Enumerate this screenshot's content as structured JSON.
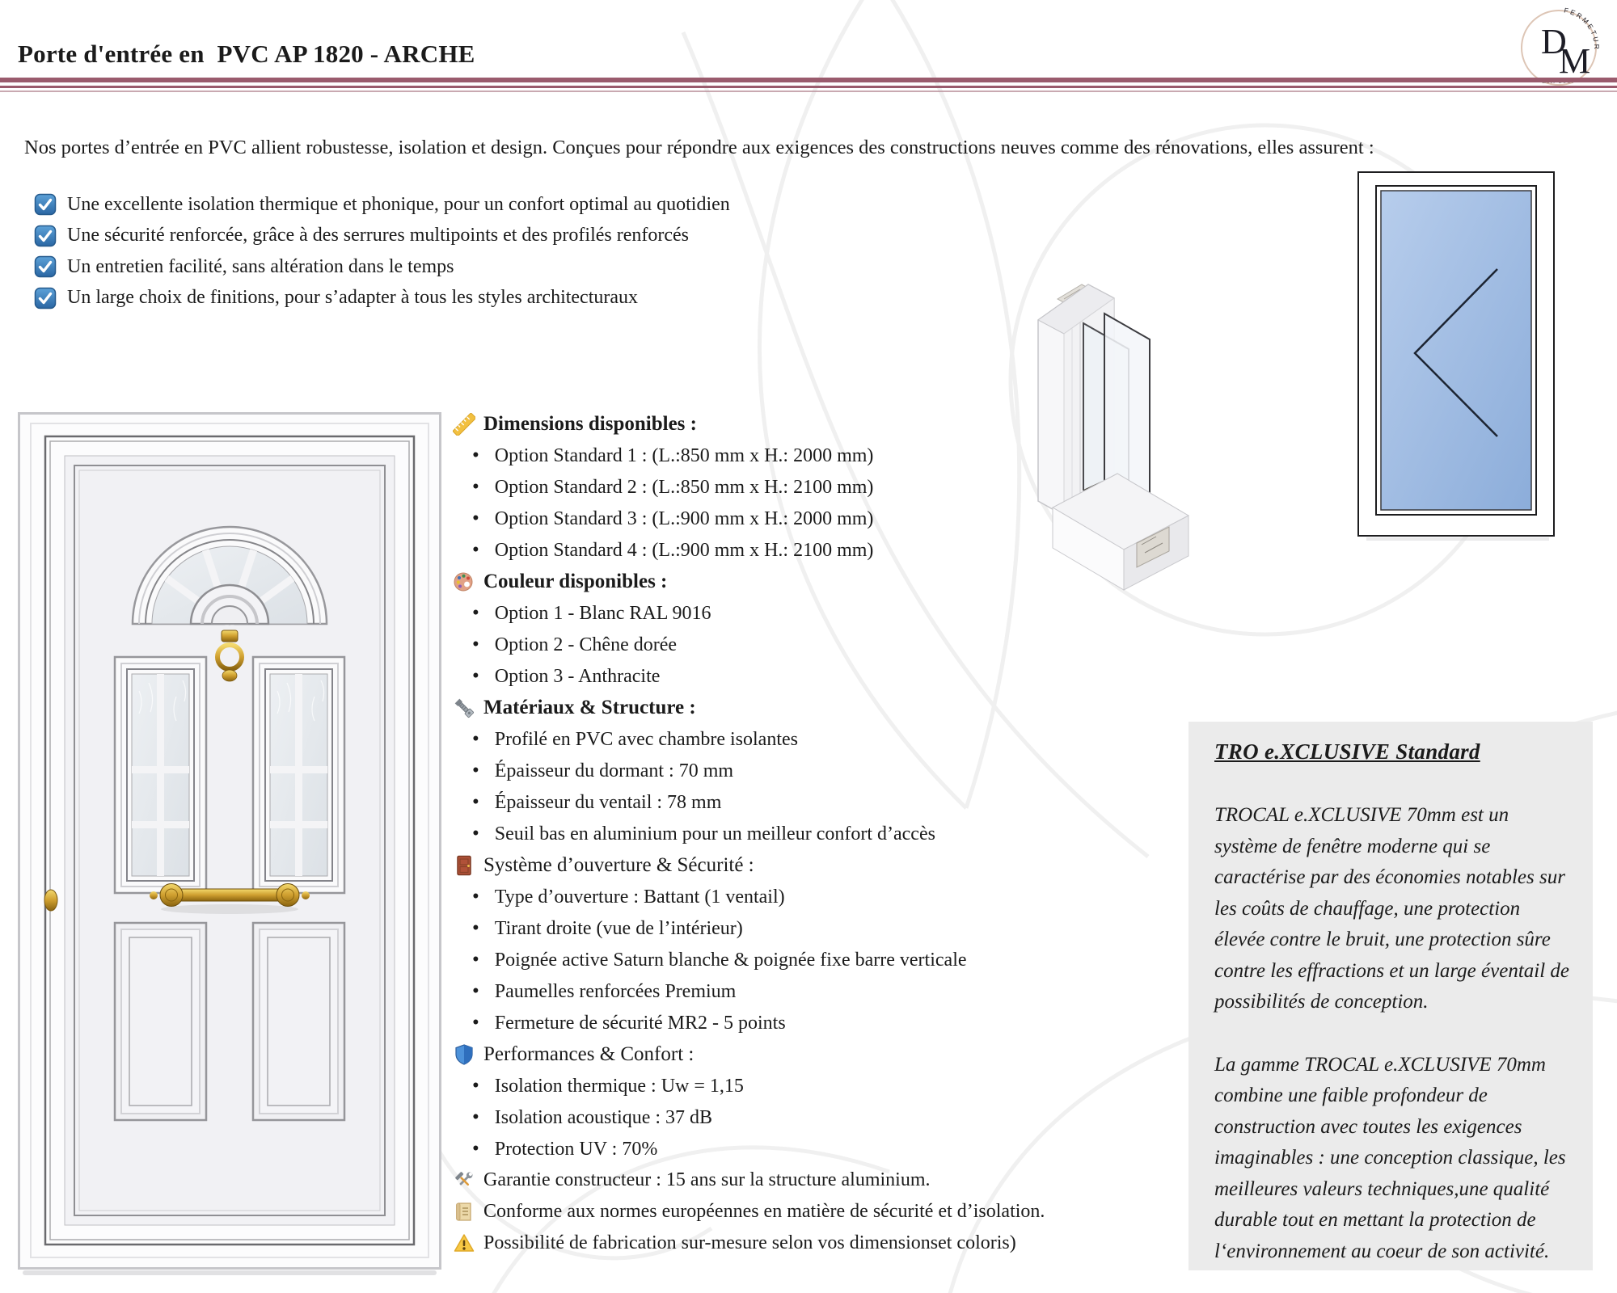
{
  "page_title": "Porte d'entrée en  PVC AP 1820 - ARCHE",
  "logo": {
    "d": "D",
    "m": "M",
    "arc": "FERMETURES",
    "est": "Est. 2007"
  },
  "intro": "Nos portes d’entrée en PVC allient robustesse, isolation et design. Conçues pour répondre aux exigences des constructions neuves comme des rénovations, elles assurent :",
  "checklist": [
    "Une excellente isolation thermique et phonique, pour un confort optimal au quotidien",
    "Une sécurité renforcée, grâce à des serrures multipoints et des profilés renforcés",
    "Un entretien facilité, sans altération dans le temps",
    "Un large choix de finitions, pour s’adapter à tous les styles architecturaux"
  ],
  "specs": {
    "sections": [
      {
        "title": "Dimensions disponibles :",
        "items": [
          "Option Standard 1 : (L.:850 mm x H.: 2000 mm)",
          "Option Standard 2 : (L.:850 mm x H.: 2100 mm)",
          "Option Standard 3 : (L.:900 mm x H.: 2000 mm)",
          "Option Standard 4 : (L.:900 mm x H.: 2100 mm)"
        ]
      },
      {
        "title": "Couleur disponibles :",
        "items": [
          "Option 1 - Blanc RAL 9016",
          "Option 2 - Chêne dorée",
          "Option 3 - Anthracite"
        ]
      },
      {
        "title": "Matériaux & Structure :",
        "items": [
          "Profilé en PVC avec chambre isolantes",
          "Épaisseur du dormant : 70 mm",
          "Épaisseur du ventail : 78 mm",
          "Seuil bas en aluminium pour un meilleur confort d’accès"
        ]
      },
      {
        "title": "Système d’ouverture & Sécurité :",
        "items": [
          "Type d’ouverture : Battant (1 ventail)",
          "Tirant droite (vue de l’intérieur)",
          "Poignée active Saturn blanche & poignée fixe barre verticale",
          "Paumelles renforcées Premium",
          "Fermeture de sécurité MR2 - 5 points"
        ]
      },
      {
        "title": "Performances & Confort :",
        "items": [
          "Isolation thermique : Uw = 1,15",
          "Isolation acoustique : 37 dB",
          "Protection UV : 70%"
        ]
      }
    ],
    "footnotes": [
      "Garantie constructeur : 15 ans sur la structure aluminium.",
      "Conforme aux normes européennes en matière de sécurité et d’isolation.",
      "Possibilité de fabrication sur-mesure selon vos dimensionset coloris)"
    ]
  },
  "side_panel": {
    "title": "TRO e.XCLUSIVE Standard",
    "paragraph1": "TROCAL e.XCLUSIVE 70mm est un système de fenêtre moderne qui se caractérise par des économies notables sur les coûts de chauffage, une protection élevée contre le bruit, une protection sûre contre les effractions et un large éventail de possibilités de conception.",
    "paragraph2": "La gamme TROCAL e.XCLUSIVE 70mm combine une faible profondeur de construction avec toutes les exigences imaginables : une conception classique, les meilleures valeurs techniques,une qualité durable tout en mettant la protection de l‘environnement au coeur de son activité."
  },
  "colors": {
    "rule_accent": "#9a5b6d",
    "check_blue": "#2a66a3",
    "panel_gray": "#ebebeb",
    "glass_blue": "#8cadda",
    "gold": "#cf9f2f"
  }
}
